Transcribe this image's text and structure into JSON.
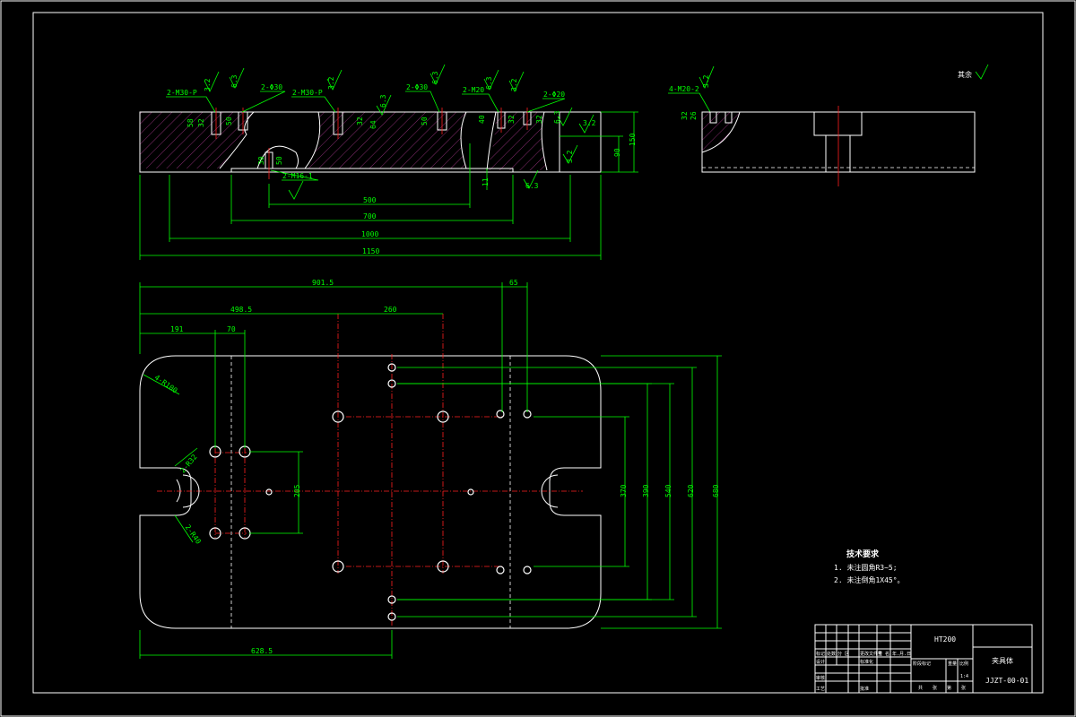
{
  "front_view": {
    "thread_labels": [
      "2-M30-P",
      "2-Φ30",
      "2-M30-P",
      "2-Φ30",
      "2-M20",
      "2-Φ20",
      "2-M16-1"
    ],
    "roughness": [
      "3.2",
      "6.3",
      "3.2",
      "6.3",
      "6.3",
      "3.2",
      "6.3",
      "6.3",
      "3.2",
      "3.2",
      "6.3"
    ],
    "dims": {
      "d500": "500",
      "d700": "700",
      "d1000": "1000",
      "d1150": "1150",
      "d90": "90",
      "d150": "150",
      "d11": "11"
    },
    "small_dims": [
      "58",
      "32",
      "50",
      "32",
      "64",
      "50",
      "40",
      "32",
      "32",
      "30",
      "50"
    ]
  },
  "side_view": {
    "thread_label": "4-M20-2",
    "roughness": "3.2",
    "small_dims": [
      "32",
      "26"
    ]
  },
  "surface_note": "其余",
  "top_view": {
    "dims": {
      "d901": "901.5",
      "d65": "65",
      "d498": "498.5",
      "d260": "260",
      "d191": "191",
      "d70": "70",
      "d628": "628.5",
      "d205": "205",
      "d370": "370",
      "d390": "390",
      "d540": "540",
      "d620": "620",
      "d680": "680"
    },
    "radius_labels": [
      "4-R100",
      "2-R32",
      "2-R40"
    ]
  },
  "tech_notes": {
    "title": "技术要求",
    "items": [
      "1. 未注圆角R3~5;",
      "2. 未注倒角1X45°。"
    ]
  },
  "title_block": {
    "material": "HT200",
    "part_name": "夹具体",
    "drawing_no": "JJZT-00-01",
    "rev_headers": [
      "标记",
      "处数",
      "分 区",
      "更改文件号",
      "签 名",
      "年.月.日"
    ],
    "roles": [
      "设计",
      "审核",
      "工艺"
    ],
    "std_label": "标准化",
    "approve_label": "批准",
    "stage_label": "阶段标记",
    "weight_label": "重量",
    "scale_label": "比例",
    "scale_value": "1:4",
    "sheet_labels": [
      "共",
      "张",
      "第",
      "张"
    ]
  }
}
